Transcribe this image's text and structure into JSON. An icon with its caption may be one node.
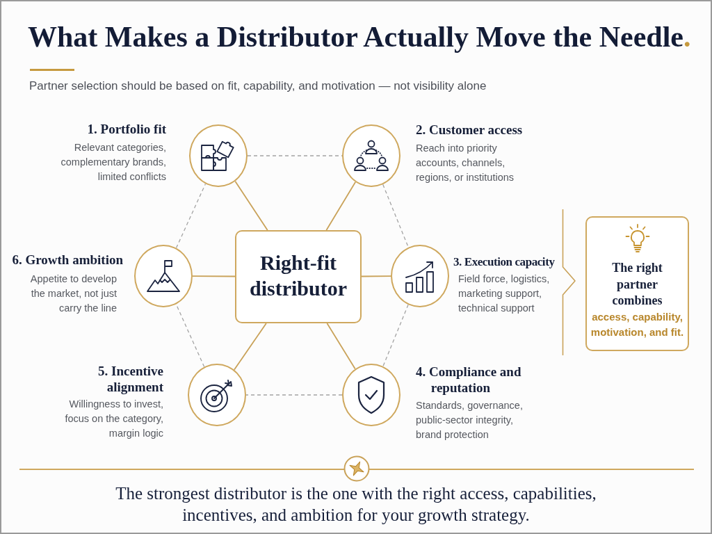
{
  "diagram": {
    "title": "What Makes a Distributor Actually Move the Needle.",
    "caption": "The strongest distributor is the one with the right access, capabilities, incentives, and ambition for your growth strategy.",
    "nodes": [
      {
        "text": [
          "Right-fit distributor"
        ]
      },
      {
        "text": [],
        "shape": "circle",
        "beside": [
          "1. Portfolio fit",
          "Relevant categories, complementary brands, limited conflicts"
        ]
      },
      {
        "text": [],
        "shape": "circle",
        "beside": [
          "2. Customer access",
          "Reach into priority accounts, channels, regions, or institutions"
        ]
      },
      {
        "text": [],
        "shape": "circle",
        "beside": [
          "3. Execution capacity",
          "Field force, logistics, marketing support, technical support"
        ]
      },
      {
        "text": [],
        "shape": "circle",
        "beside": [
          "4. Compliance and reputation",
          "Standards, governance, public-sector integrity, brand protection"
        ]
      },
      {
        "text": [],
        "shape": "circle",
        "beside": [
          "5. Incentive alignment",
          "Willingness to invest, focus on the category, margin logic"
        ]
      },
      {
        "text": [],
        "shape": "circle",
        "beside": [
          "6. Growth ambition",
          "Appetite to develop the market, not just carry the line"
        ]
      },
      {
        "text": [
          "The right partner combines",
          "access, capability, motivation, and fit."
        ]
      }
    ],
    "edges": [
      {
        "from": 0,
        "to": 1,
        "arrow": "none"
      },
      {
        "from": 0,
        "to": 2,
        "arrow": "none"
      },
      {
        "from": 0,
        "to": 3,
        "arrow": "none"
      },
      {
        "from": 0,
        "to": 4,
        "arrow": "none"
      },
      {
        "from": 0,
        "to": 5,
        "arrow": "none"
      },
      {
        "from": 0,
        "to": 6,
        "arrow": "none"
      },
      {
        "from": 1,
        "to": 2,
        "arrow": "none",
        "style": "dashed",
        "color": "#a3a3a3"
      },
      {
        "from": 2,
        "to": 3,
        "arrow": "none",
        "style": "dashed",
        "color": "#a3a3a3"
      },
      {
        "from": 3,
        "to": 4,
        "arrow": "none",
        "style": "dashed",
        "color": "#a3a3a3"
      },
      {
        "from": 4,
        "to": 5,
        "arrow": "none",
        "style": "dashed",
        "color": "#a3a3a3"
      },
      {
        "from": 5,
        "to": 6,
        "arrow": "none",
        "style": "dashed",
        "color": "#a3a3a3"
      },
      {
        "from": 6,
        "to": 1,
        "arrow": "none",
        "style": "dashed",
        "color": "#a3a3a3"
      }
    ],
    "labels": [
      "Partner selection should be based on fit, capability, and motivation — not visibility alone"
    ]
  }
}
